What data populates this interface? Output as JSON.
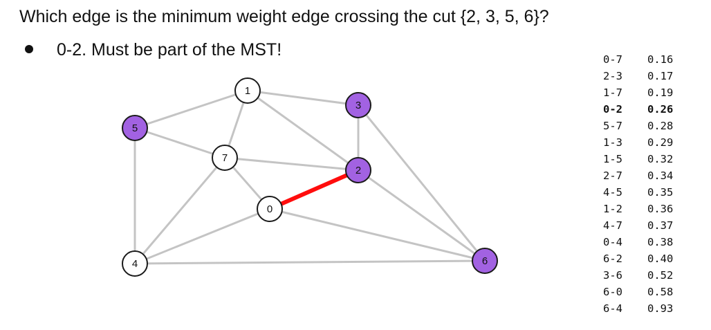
{
  "question": "Which edge is the minimum weight edge crossing the cut {2, 3, 5, 6}?",
  "answer": "0-2. Must be part of the MST!",
  "colors": {
    "cut_node": "#a262e2",
    "plain_node": "#ffffff",
    "edge": "#c4c4c4",
    "highlight_edge": "#ff0d0d"
  },
  "graph": {
    "nodes": [
      {
        "id": "0",
        "in_cut": false
      },
      {
        "id": "1",
        "in_cut": false
      },
      {
        "id": "2",
        "in_cut": true
      },
      {
        "id": "3",
        "in_cut": true
      },
      {
        "id": "4",
        "in_cut": false
      },
      {
        "id": "5",
        "in_cut": true
      },
      {
        "id": "6",
        "in_cut": true
      },
      {
        "id": "7",
        "in_cut": false
      }
    ],
    "edges": [
      {
        "from": "0",
        "to": "7",
        "weight": "0.16"
      },
      {
        "from": "2",
        "to": "3",
        "weight": "0.17"
      },
      {
        "from": "1",
        "to": "7",
        "weight": "0.19"
      },
      {
        "from": "0",
        "to": "2",
        "weight": "0.26",
        "highlight": true
      },
      {
        "from": "5",
        "to": "7",
        "weight": "0.28"
      },
      {
        "from": "1",
        "to": "3",
        "weight": "0.29"
      },
      {
        "from": "1",
        "to": "5",
        "weight": "0.32"
      },
      {
        "from": "2",
        "to": "7",
        "weight": "0.34"
      },
      {
        "from": "4",
        "to": "5",
        "weight": "0.35"
      },
      {
        "from": "1",
        "to": "2",
        "weight": "0.36"
      },
      {
        "from": "4",
        "to": "7",
        "weight": "0.37"
      },
      {
        "from": "0",
        "to": "4",
        "weight": "0.38"
      },
      {
        "from": "6",
        "to": "2",
        "weight": "0.40"
      },
      {
        "from": "3",
        "to": "6",
        "weight": "0.52"
      },
      {
        "from": "6",
        "to": "0",
        "weight": "0.58"
      },
      {
        "from": "6",
        "to": "4",
        "weight": "0.93"
      }
    ]
  }
}
